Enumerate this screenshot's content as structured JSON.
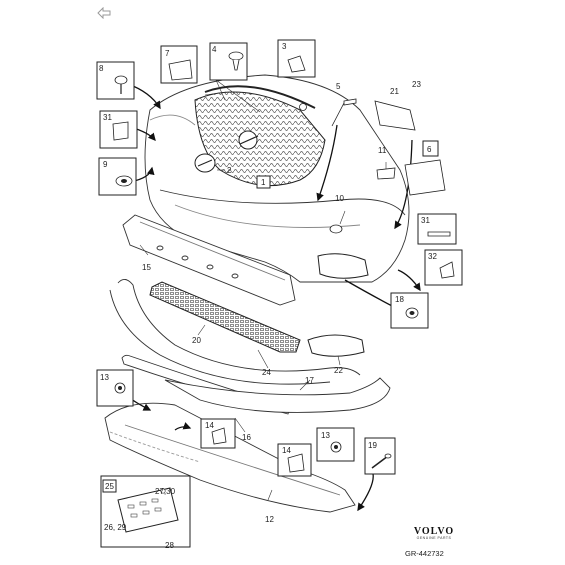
{
  "nav": {
    "back_icon": "back-arrow-icon"
  },
  "diagram": {
    "reference": "GR-442732",
    "brand_name": "VOLVO",
    "brand_sub": "GENUINE PARTS",
    "callouts": {
      "c1": "1",
      "c2": "2",
      "c3": "3",
      "c4": "4",
      "c5": "5",
      "c6": "6",
      "c7": "7",
      "c8": "8",
      "c9": "9",
      "c10": "10",
      "c11": "11",
      "c12": "12",
      "c13a": "13",
      "c13b": "13",
      "c14a": "14",
      "c14b": "14",
      "c15": "15",
      "c16": "16",
      "c17": "17",
      "c18": "18",
      "c19": "19",
      "c20": "20",
      "c21": "21",
      "c22": "22",
      "c23": "23",
      "c24": "24",
      "c25": "25",
      "c26_29": "26, 29",
      "c27_30": "27,30",
      "c28": "28",
      "c31a": "31",
      "c31b": "31",
      "c32": "32"
    }
  }
}
